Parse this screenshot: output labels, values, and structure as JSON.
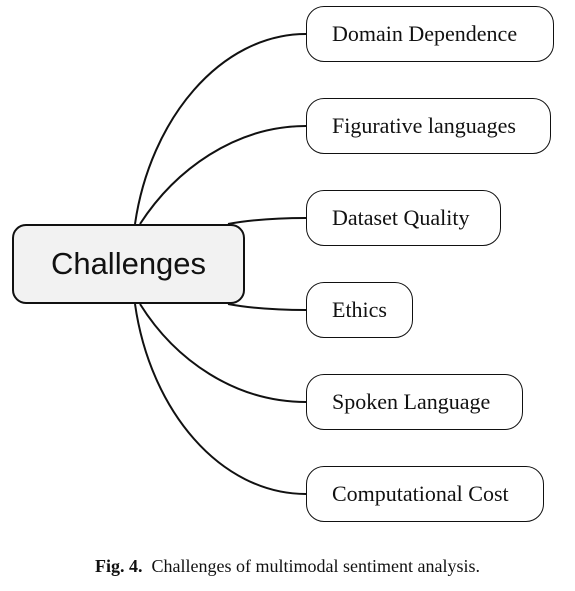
{
  "root": {
    "label": "Challenges"
  },
  "children": [
    {
      "label": "Domain Dependence"
    },
    {
      "label": "Figurative languages"
    },
    {
      "label": "Dataset Quality"
    },
    {
      "label": "Ethics"
    },
    {
      "label": "Spoken Language"
    },
    {
      "label": "Computational Cost"
    }
  ],
  "caption": {
    "figure_label": "Fig. 4.",
    "text": "Challenges of multimodal sentiment analysis."
  }
}
